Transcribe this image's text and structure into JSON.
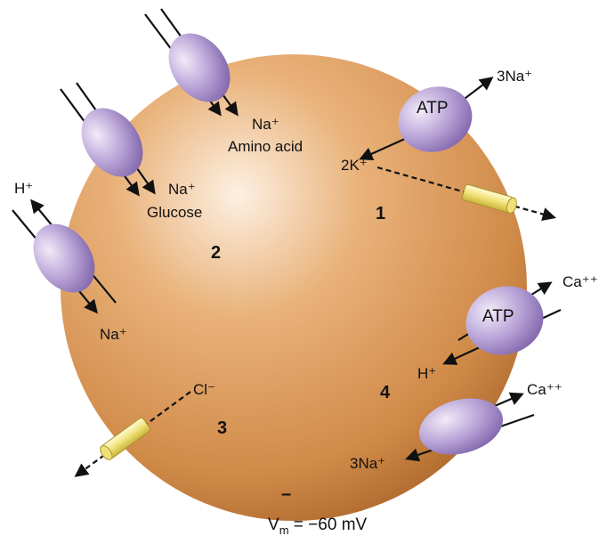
{
  "labels": {
    "na_top": "Na⁺",
    "amino_acid": "Amino acid",
    "na_mid": "Na⁺",
    "glucose": "Glucose",
    "h_plus_left": "H⁺",
    "na_left": "Na⁺",
    "three_na_top": "3Na⁺",
    "two_k": "2K⁺",
    "atp_top": "ATP",
    "ca_top": "Ca⁺⁺",
    "atp_bottom": "ATP",
    "h_plus_right": "H⁺",
    "ca_bottom": "Ca⁺⁺",
    "three_na_bottom": "3Na⁺",
    "cl": "Cl⁻",
    "minus_sign": "–",
    "vm_prefix": "V",
    "vm_sub": "m",
    "vm_value": " = −60 mV"
  },
  "regions": {
    "r1": "1",
    "r2": "2",
    "r3": "3",
    "r4": "4"
  },
  "colors": {
    "cell": "#d9965a",
    "cell_light": "#fbe7d2",
    "cell_dark": "#b56a2e",
    "transporter": "#b9a3d6",
    "transporter_light": "#ece4f6",
    "transporter_dark": "#8166ad",
    "channel": "#f3e37a",
    "channel_dark": "#c9b33a"
  }
}
